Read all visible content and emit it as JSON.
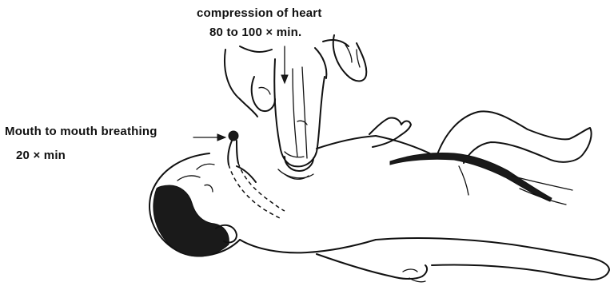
{
  "annotations": {
    "heart_compression": {
      "line1": "compression of heart",
      "line2": "80 to 100 × min."
    },
    "mouth_to_mouth": {
      "line1": "Mouth to mouth breathing",
      "line2": "20 × min"
    }
  }
}
